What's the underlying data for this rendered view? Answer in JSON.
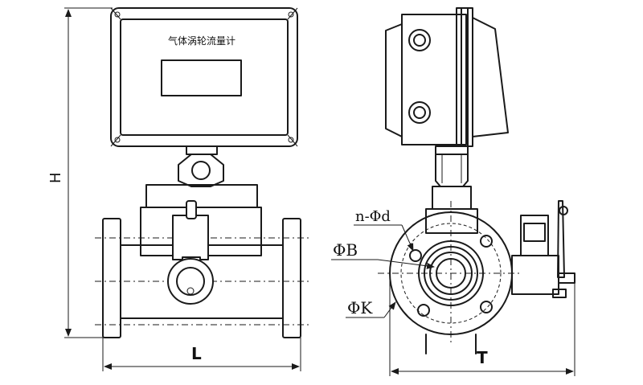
{
  "display": {
    "title": "气体涡轮流量计"
  },
  "dimensions": {
    "height": "H",
    "length": "L",
    "width": "T",
    "bolt_holes": "n-Φd",
    "bolt_circle": "ΦB",
    "flange_outer": "ΦK"
  },
  "colors": {
    "line": "#1a1a1a",
    "background": "#ffffff"
  }
}
